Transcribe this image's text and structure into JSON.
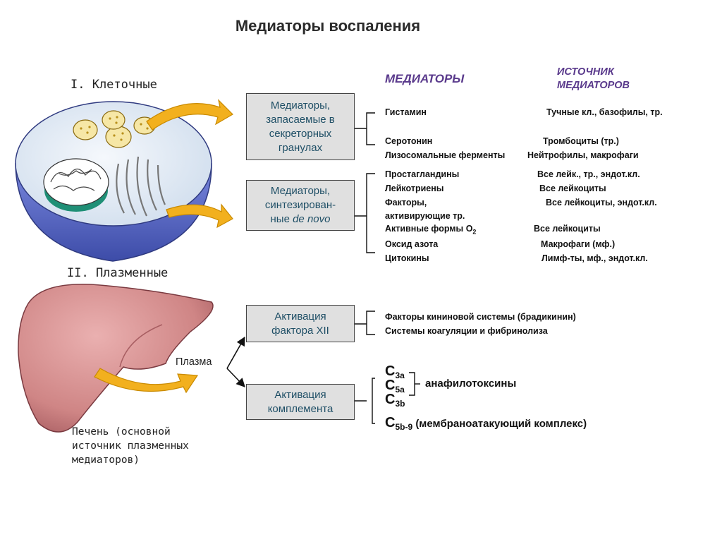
{
  "title": "Медиаторы воспаления",
  "sections": {
    "cellular": "I. Клеточные",
    "plasma": "II. Плазменные"
  },
  "columns": {
    "mediators": "МЕДИАТОРЫ",
    "source_line1": "ИСТОЧНИК",
    "source_line2": "МЕДИАТОРОВ"
  },
  "boxes": {
    "stored": [
      "Медиаторы,",
      "запасаемые  в",
      "секреторных",
      "гранулах"
    ],
    "synth_line1": "Медиаторы,",
    "synth_line2": "синтезирован-",
    "synth_line3_prefix": "ные ",
    "synth_line3_italic": "de novo",
    "factor12": [
      "Активация",
      "фактора XII"
    ],
    "complement": [
      "Активация",
      "комплемента"
    ]
  },
  "stored_rows": [
    {
      "mediator": "Гистамин",
      "source": "Тучные кл., базофилы, тр."
    },
    {
      "mediator": "Серотонин",
      "source": "Тромбоциты (тр.)"
    },
    {
      "mediator": "Лизосомальные ферменты",
      "source": "Нейтрофилы, макрофаги"
    }
  ],
  "synth_rows": [
    {
      "mediator": "Простагландины",
      "source": "Все лейк., тр., эндот.кл."
    },
    {
      "mediator": "Лейкотриены",
      "source": "Все лейкоциты"
    },
    {
      "mediator": "Факторы,",
      "mediator2": "активирующие тр.",
      "source": "Все лейкоциты, эндот.кл."
    },
    {
      "mediator_prefix": "Активные формы О",
      "mediator_sub": "2",
      "source": "Все лейкоциты"
    },
    {
      "mediator": "Оксид азота",
      "source": "Макрофаги (мф.)"
    },
    {
      "mediator": "Цитокины",
      "source": "Лимф-ты, мф., эндот.кл."
    }
  ],
  "factor12_items": [
    "Факторы кининовой системы (брадикинин)",
    "Системы коагуляции и фибринолиза"
  ],
  "complement": {
    "c3a": {
      "letter": "С",
      "sub": "3a"
    },
    "c5a": {
      "letter": "С",
      "sub": "5a"
    },
    "c3b": {
      "letter": "С",
      "sub": "3b"
    },
    "c5b9": {
      "letter": "С",
      "sub": "5b-9"
    },
    "anaphylatoxins": "анафилотоксины",
    "mac": "(мембраноатакующий комплекс)"
  },
  "plasma_label": "Плазма",
  "liver_note": [
    "Печень (основной",
    "источник плазменных",
    "медиаторов)"
  ],
  "colors": {
    "arrow": "#f2b01e",
    "arrow_edge": "#c98a00",
    "box_fill": "#e0e0e0",
    "box_text": "#1f4f66",
    "heading": "#5a3a8c",
    "cell_inner": "#e3ecf5",
    "cell_outer": "#5a6cc8",
    "nucleus": "#2aa58a",
    "liver": "#cf8585"
  }
}
